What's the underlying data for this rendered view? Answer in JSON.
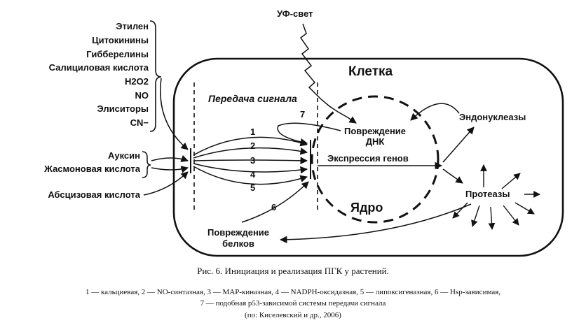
{
  "labels": {
    "uv": "УФ-свет",
    "cell": "Клетка",
    "signal_transfer": "Передача сигнала",
    "nucleus": "Ядро",
    "dna_damage_1": "Повреждение",
    "dna_damage_2": "ДНК",
    "gene_expression": "Экспрессия генов",
    "endonucleases": "Эндонуклеазы",
    "proteases": "Протеазы",
    "protein_damage_1": "Повреждение",
    "protein_damage_2": "белков"
  },
  "left_signals": {
    "group1": [
      "Этилен",
      "Цитокинины",
      "Гибберелины",
      "Салициловая кислота",
      "H2O2",
      "NO",
      "Элиситоры",
      "CN−"
    ],
    "auxin": "Ауксин",
    "jasmonic": "Жасмоновая кислота",
    "abscisic": "Абсцизовая кислота"
  },
  "pathway_numbers": [
    "1",
    "2",
    "3",
    "4",
    "5",
    "6",
    "7"
  ],
  "caption": {
    "title": "Рис. 6. Инициация и реализация ПГК у растений.",
    "line1": "1 — кальциевая, 2 — NO-синтазная, 3 — MAP-киназная, 4 — NADPH-оксидазная, 5 — липоксигеназная, 6 — Hsp-зависимая,",
    "line2": "7 — подобная p53-зависимой системы передачи сигнала",
    "source": "(по: Киселевский и др., 2006)"
  }
}
